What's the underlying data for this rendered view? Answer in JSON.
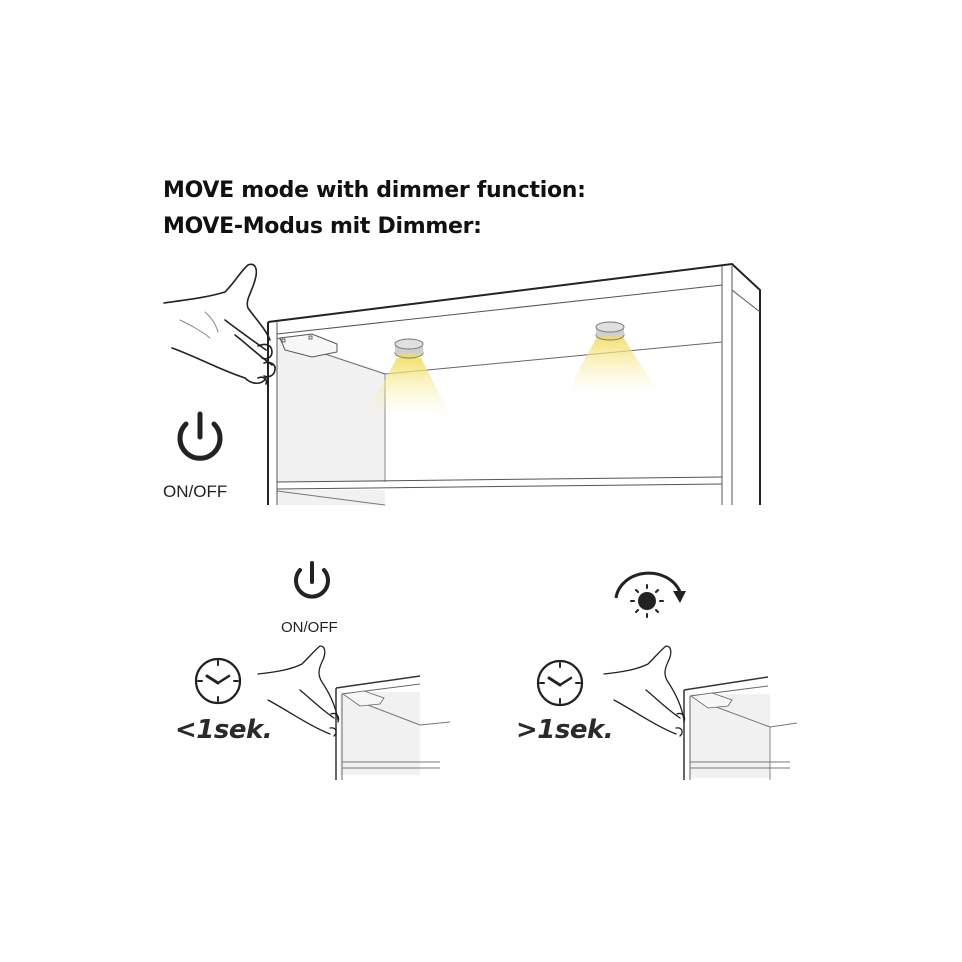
{
  "header": {
    "title_en": "MOVE mode with dimmer function:",
    "title_de": "MOVE-Modus mit Dimmer:"
  },
  "main_scene": {
    "power_label": "ON/OFF",
    "power_icon": "power-icon",
    "lights": [
      {
        "name": "puck-light-1"
      },
      {
        "name": "puck-light-2"
      }
    ],
    "light_color": "#f5e27a"
  },
  "steps": [
    {
      "name": "short-wave",
      "action_icon": "power-icon",
      "action_label": "ON/OFF",
      "timer_icon": "clock-icon",
      "duration": "<1sek."
    },
    {
      "name": "long-wave",
      "action_icon": "brightness-dimmer-icon",
      "action_label": "",
      "timer_icon": "clock-icon",
      "duration": ">1sek."
    }
  ]
}
